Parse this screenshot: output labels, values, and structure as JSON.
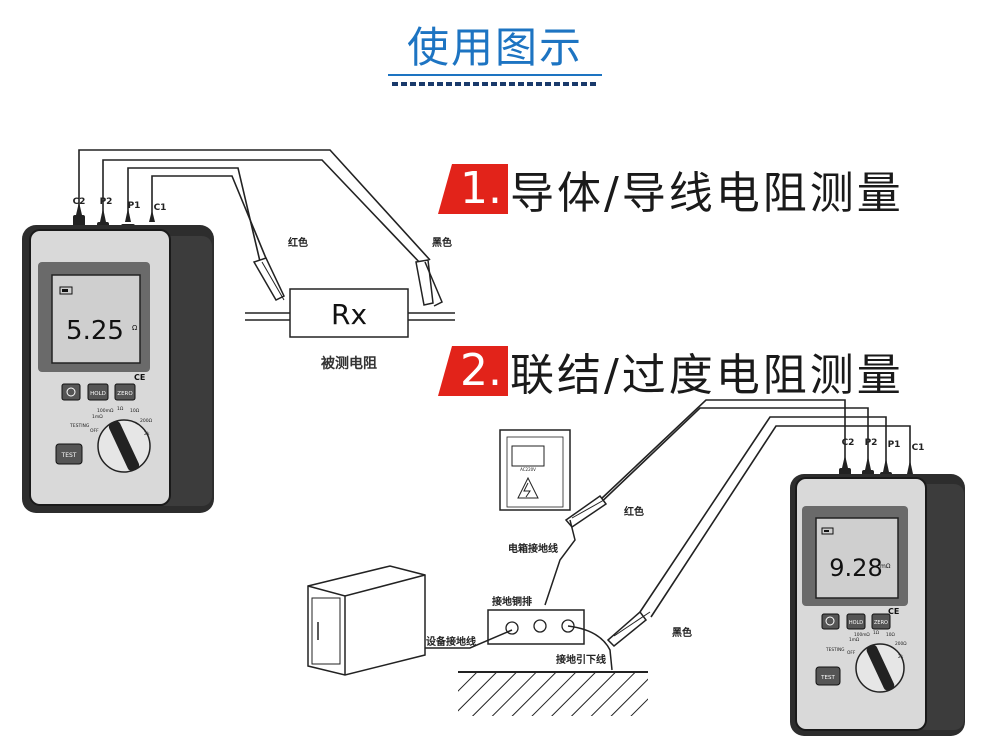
{
  "header": {
    "title": "使用图示"
  },
  "steps": [
    {
      "number": "1.",
      "text": "导体/导线电阻测量"
    },
    {
      "number": "2.",
      "text": "联结/过度电阻测量"
    }
  ],
  "diagram1": {
    "terminals": [
      "C2",
      "P2",
      "P1",
      "C1"
    ],
    "lead_red": "红色",
    "lead_black": "黑色",
    "resistor_label": "Rx",
    "resistor_caption": "被测电阻",
    "display_value": "5.25",
    "display_unit": "Ω",
    "buttons": {
      "hold": "HOLD",
      "zero": "ZERO",
      "test": "TEST"
    },
    "testing_label": "TESTING",
    "range_labels": [
      "OFF",
      "1mΩ",
      "100mΩ",
      "1Ω",
      "10Ω",
      "200Ω",
      "2k"
    ]
  },
  "diagram2": {
    "terminals": [
      "C2",
      "P2",
      "P1",
      "C1"
    ],
    "lead_red": "红色",
    "lead_black": "黑色",
    "display_value": "9.28",
    "display_unit": "mΩ",
    "buttons": {
      "hold": "HOLD",
      "zero": "ZERO",
      "test": "TEST"
    },
    "testing_label": "TESTING",
    "range_labels": [
      "OFF",
      "1mΩ",
      "100mΩ",
      "1Ω",
      "10Ω",
      "200Ω",
      "2k"
    ],
    "cabinet_plate": "AC220V",
    "cabinet_ground_label": "电箱接地线",
    "busbar_label": "接地铜排",
    "equipment_ground_label": "设备接地线",
    "down_lead_label": "接地引下线"
  },
  "colors": {
    "accent_blue": "#1d74c2",
    "step_red": "#e2231a",
    "meter_body": "#3a3a3a",
    "lcd": "#c8c8c8"
  }
}
